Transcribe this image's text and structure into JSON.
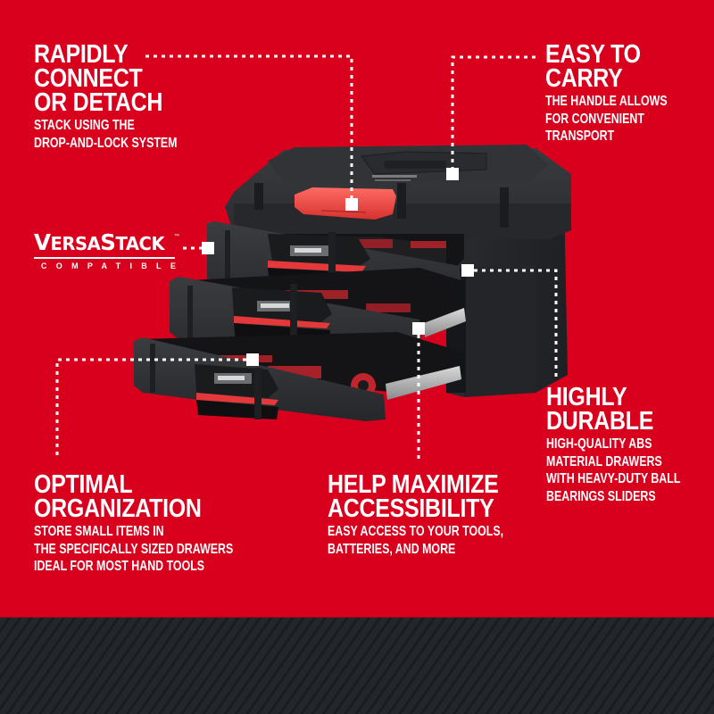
{
  "colors": {
    "background_red": "#d8001c",
    "footer_dark": "#23262b",
    "text": "#ffffff",
    "product_body": "#2b2b2e",
    "product_accent": "#e5383b"
  },
  "callouts": {
    "rapid": {
      "title": [
        "RAPIDLY",
        "CONNECT",
        "OR DETACH"
      ],
      "desc": [
        "STACK USING THE",
        "DROP-AND-LOCK SYSTEM"
      ]
    },
    "carry": {
      "title": [
        "EASY TO",
        "CARRY"
      ],
      "desc": [
        "THE HANDLE ALLOWS",
        "FOR CONVENIENT",
        "TRANSPORT"
      ]
    },
    "durable": {
      "title": [
        "HIGHLY",
        "DURABLE"
      ],
      "desc": [
        "HIGH-QUALITY ABS",
        "MATERIAL DRAWERS",
        "WITH HEAVY-DUTY BALL",
        "BEARINGS SLIDERS"
      ]
    },
    "optimal": {
      "title": [
        "OPTIMAL",
        "ORGANIZATION"
      ],
      "desc": [
        "STORE SMALL ITEMS IN",
        "THE SPECIFICALLY SIZED DRAWERS",
        "IDEAL FOR MOST HAND TOOLS"
      ]
    },
    "access": {
      "title": [
        "HELP MAXIMIZE",
        "ACCESSIBILITY"
      ],
      "desc": [
        "EASY ACCESS TO YOUR TOOLS,",
        "BATTERIES, AND MORE"
      ]
    }
  },
  "badge": {
    "logo_big_v": "V",
    "logo_ersa": "ERSA",
    "logo_big_s": "S",
    "logo_tack": "TACK",
    "trademark": "™",
    "subtitle": "COMPATIBLE"
  },
  "product": {
    "name": "three-drawer-toolbox",
    "drawer_count": 3
  },
  "icons": {
    "leader_marker": "white-square-marker",
    "leader_line": "dotted-line"
  }
}
